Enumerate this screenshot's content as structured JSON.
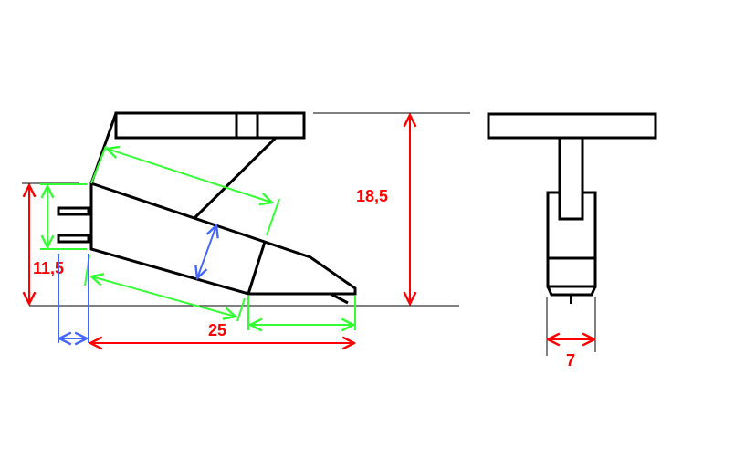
{
  "dimensions": {
    "total_height": "18,5",
    "body_height": "11,5",
    "length": "25",
    "width": "7"
  },
  "colors": {
    "outline": "#000000",
    "main_dimension": "#ff0000",
    "secondary_dimension": "#33ff33",
    "tertiary_dimension": "#4466ff"
  }
}
